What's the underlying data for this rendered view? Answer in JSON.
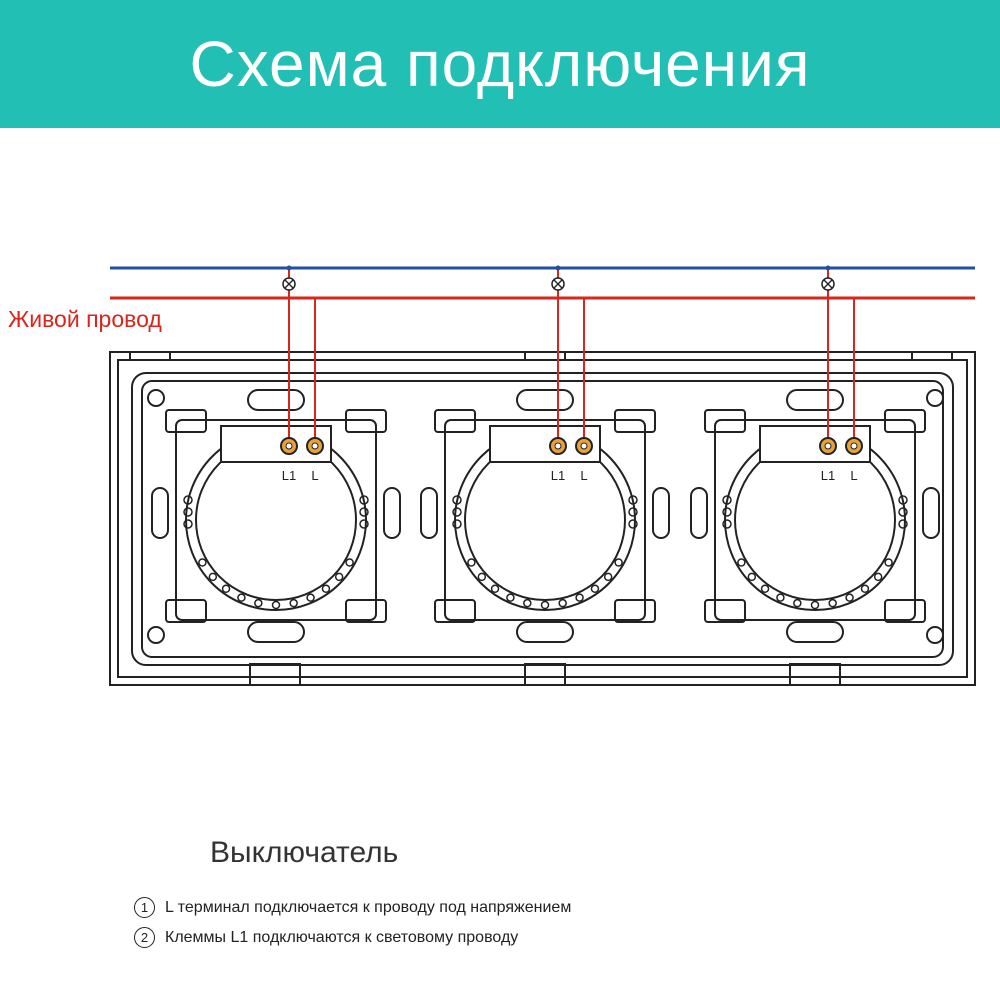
{
  "header": {
    "title": "Схема подключения"
  },
  "wires": {
    "live_label": "Живой провод",
    "neutral_color": "#2250a0",
    "live_color": "#d9261c"
  },
  "modules": [
    {
      "terminal_l1": "L1",
      "terminal_l": "L"
    },
    {
      "terminal_l1": "L1",
      "terminal_l": "L"
    },
    {
      "terminal_l1": "L1",
      "terminal_l": "L"
    }
  ],
  "legend": {
    "title": "Выключатель",
    "items": [
      {
        "number": "1",
        "text": "L терминал подключается к проводу под напряжением"
      },
      {
        "number": "2",
        "text": "Клеммы L1 подключаются к световому проводу"
      }
    ]
  },
  "colors": {
    "banner": "#22bfb4",
    "outline": "#222222",
    "terminal": "#e8a23a"
  }
}
